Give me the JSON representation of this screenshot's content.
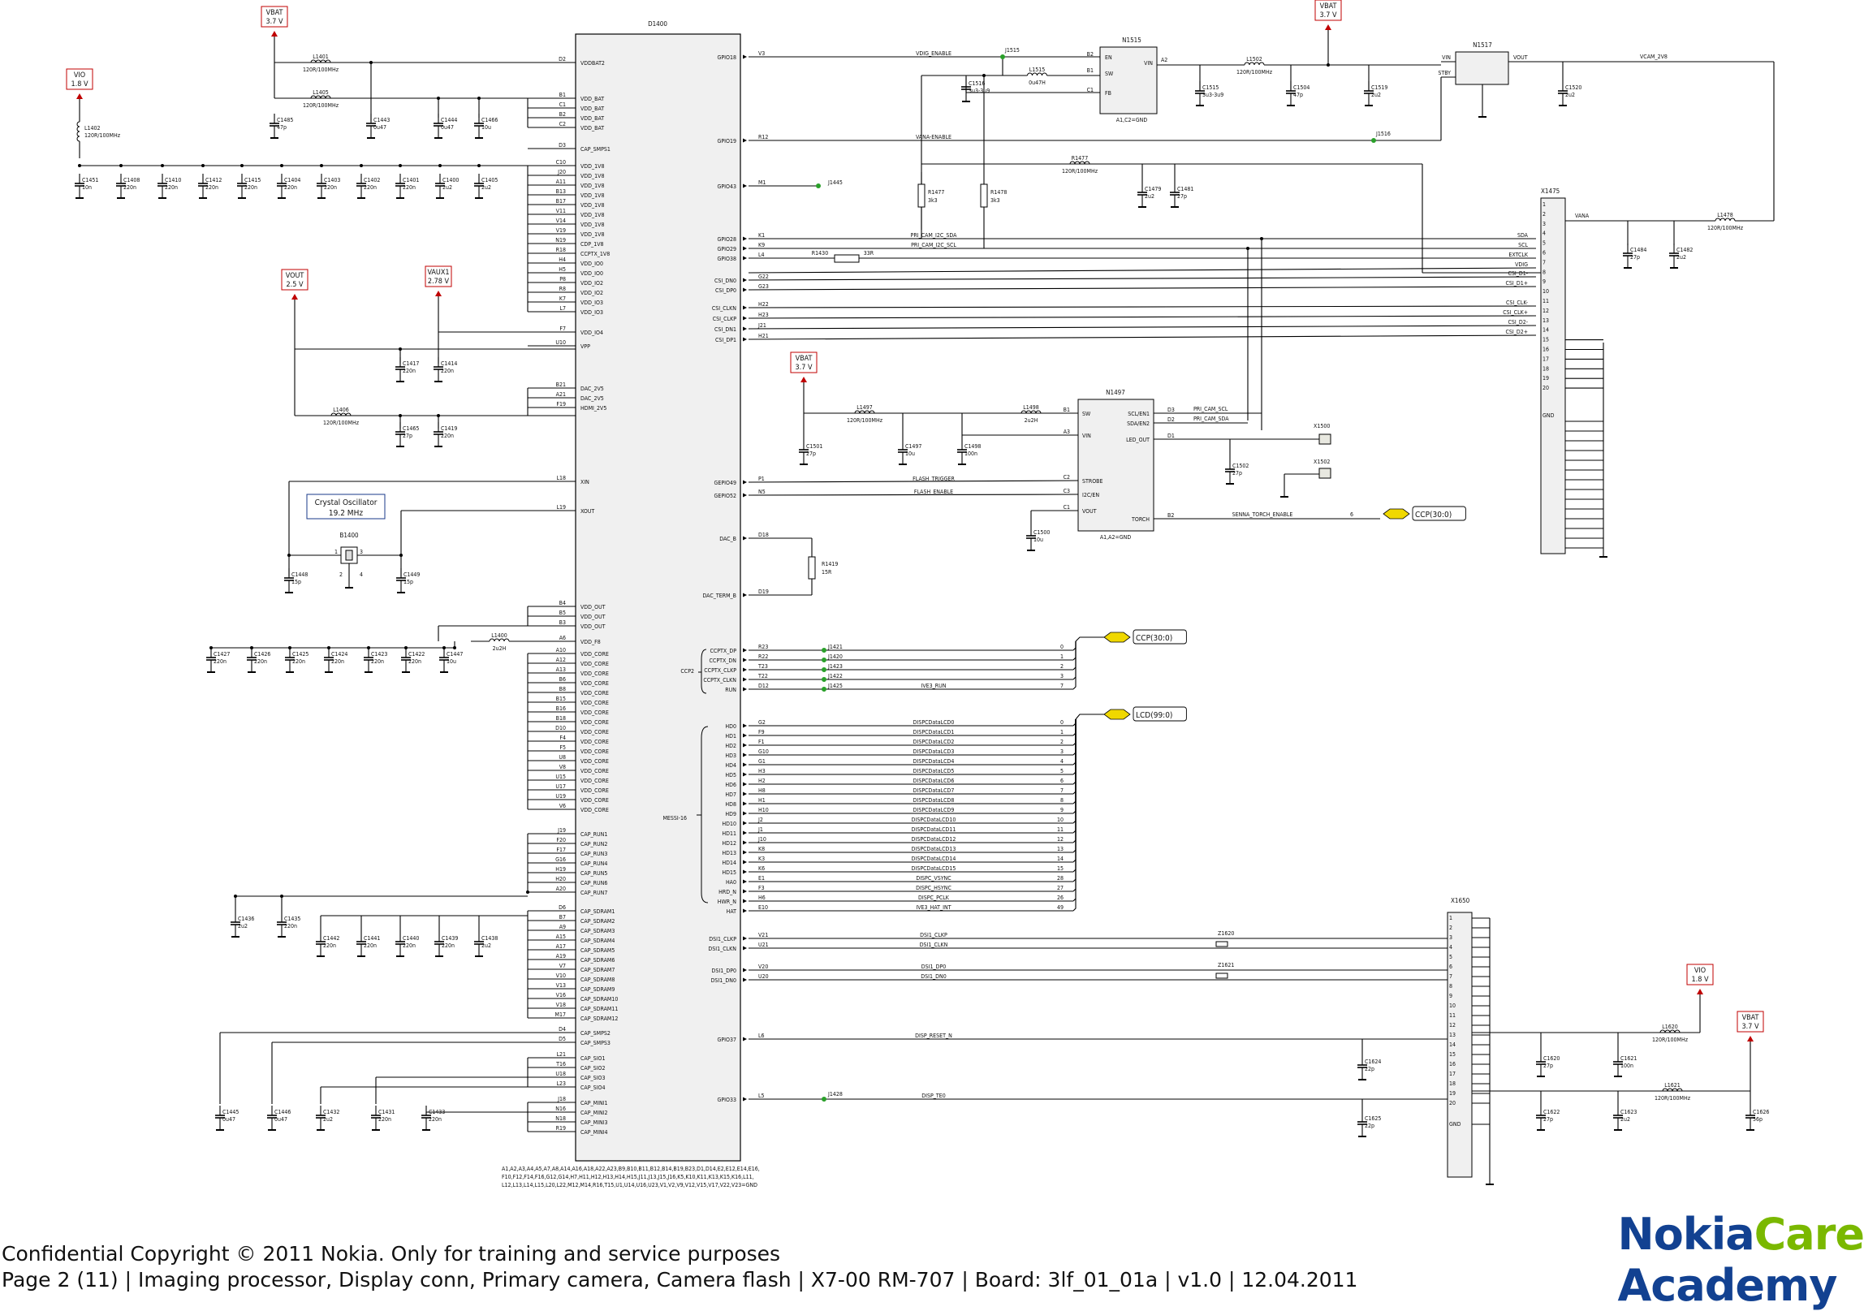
{
  "chip": {
    "ref": "D1400",
    "left_pins": [
      [
        "D2",
        "VDDBAT2"
      ],
      [
        "B1",
        "VDD_BAT"
      ],
      [
        "C1",
        "VDD_BAT"
      ],
      [
        "B2",
        "VDD_BAT"
      ],
      [
        "C2",
        "VDD_BAT"
      ],
      [
        "D3",
        "CAP_SMPS1"
      ],
      [
        "C10",
        "VDD_1V8"
      ],
      [
        "J20",
        "VDD_1V8"
      ],
      [
        "A11",
        "VDD_1V8"
      ],
      [
        "B13",
        "VDD_1V8"
      ],
      [
        "B17",
        "VDD_1V8"
      ],
      [
        "V11",
        "VDD_1V8"
      ],
      [
        "V14",
        "VDD_1V8"
      ],
      [
        "V19",
        "VDD_1V8"
      ],
      [
        "N19",
        "CDP_1V8"
      ],
      [
        "R18",
        "CCPTX_1V8"
      ],
      [
        "H4",
        "VDD_IO0"
      ],
      [
        "H5",
        "VDD_IO0"
      ],
      [
        "P8",
        "VDD_IO2"
      ],
      [
        "R8",
        "VDD_IO2"
      ],
      [
        "K7",
        "VDD_IO3"
      ],
      [
        "L7",
        "VDD_IO3"
      ],
      [
        "F7",
        "VDD_IO4"
      ],
      [
        "U10",
        "VPP"
      ],
      [
        "B21",
        "DAC_2V5"
      ],
      [
        "A21",
        "DAC_2V5"
      ],
      [
        "F19",
        "HDMI_2V5"
      ],
      [
        "L18",
        "XIN"
      ],
      [
        "L19",
        "XOUT"
      ],
      [
        "B4",
        "VDD_OUT"
      ],
      [
        "B5",
        "VDD_OUT"
      ],
      [
        "B3",
        "VDD_OUT"
      ],
      [
        "A6",
        "VDD_F8"
      ],
      [
        "A10",
        "VDD_CORE"
      ],
      [
        "A12",
        "VDD_CORE"
      ],
      [
        "A13",
        "VDD_CORE"
      ],
      [
        "B6",
        "VDD_CORE"
      ],
      [
        "B8",
        "VDD_CORE"
      ],
      [
        "B15",
        "VDD_CORE"
      ],
      [
        "B16",
        "VDD_CORE"
      ],
      [
        "B18",
        "VDD_CORE"
      ],
      [
        "D10",
        "VDD_CORE"
      ],
      [
        "F4",
        "VDD_CORE"
      ],
      [
        "F5",
        "VDD_CORE"
      ],
      [
        "U8",
        "VDD_CORE"
      ],
      [
        "V8",
        "VDD_CORE"
      ],
      [
        "U15",
        "VDD_CORE"
      ],
      [
        "U17",
        "VDD_CORE"
      ],
      [
        "U19",
        "VDD_CORE"
      ],
      [
        "V6",
        "VDD_CORE"
      ],
      [
        "J19",
        "CAP_RUN1"
      ],
      [
        "F20",
        "CAP_RUN2"
      ],
      [
        "F17",
        "CAP_RUN3"
      ],
      [
        "G16",
        "CAP_RUN4"
      ],
      [
        "H19",
        "CAP_RUN5"
      ],
      [
        "H20",
        "CAP_RUN6"
      ],
      [
        "A20",
        "CAP_RUN7"
      ],
      [
        "D6",
        "CAP_SDRAM1"
      ],
      [
        "B7",
        "CAP_SDRAM2"
      ],
      [
        "A9",
        "CAP_SDRAM3"
      ],
      [
        "A15",
        "CAP_SDRAM4"
      ],
      [
        "A17",
        "CAP_SDRAM5"
      ],
      [
        "A19",
        "CAP_SDRAM6"
      ],
      [
        "V7",
        "CAP_SDRAM7"
      ],
      [
        "V10",
        "CAP_SDRAM8"
      ],
      [
        "V13",
        "CAP_SDRAM9"
      ],
      [
        "V16",
        "CAP_SDRAM10"
      ],
      [
        "V18",
        "CAP_SDRAM11"
      ],
      [
        "M17",
        "CAP_SDRAM12"
      ],
      [
        "D4",
        "CAP_SMPS2"
      ],
      [
        "D5",
        "CAP_SMPS3"
      ],
      [
        "L21",
        "CAP_SIO1"
      ],
      [
        "T16",
        "CAP_SIO2"
      ],
      [
        "U18",
        "CAP_SIO3"
      ],
      [
        "L23",
        "CAP_SIO4"
      ],
      [
        "J18",
        "CAP_MINI1"
      ],
      [
        "N16",
        "CAP_MINI2"
      ],
      [
        "N18",
        "CAP_MINI3"
      ],
      [
        "R19",
        "CAP_MINI4"
      ]
    ],
    "right_pins": [
      [
        "GPIO18",
        "V3",
        "VDIG_ENABLE"
      ],
      [
        "GPIO19",
        "R12",
        "VANA-ENABLE"
      ],
      [
        "GPIO43",
        "M1",
        ""
      ],
      [
        "GPIO28",
        "K1",
        "PRI_CAM_I2C_SDA"
      ],
      [
        "GPIO29",
        "K9",
        "PRI_CAM_I2C_SCL"
      ],
      [
        "GPIO38",
        "L4",
        ""
      ],
      [
        "CSI_DN0",
        "G22",
        ""
      ],
      [
        "CSI_DP0",
        "G23",
        ""
      ],
      [
        "CSI_CLKN",
        "H22",
        ""
      ],
      [
        "CSI_CLKP",
        "H23",
        ""
      ],
      [
        "CSI_DN1",
        "J21",
        ""
      ],
      [
        "CSI_DP1",
        "H21",
        ""
      ],
      [
        "GEPIO49",
        "P1",
        "FLASH_TRIGGER"
      ],
      [
        "GEPIO52",
        "N5",
        "FLASH_ENABLE"
      ],
      [
        "DAC_B",
        "D18",
        ""
      ],
      [
        "DAC_TERM_B",
        "D19",
        ""
      ],
      [
        "CCPTX_DP",
        "R23",
        ""
      ],
      [
        "CCPTX_DN",
        "R22",
        ""
      ],
      [
        "CCPTX_CLKP",
        "T23",
        ""
      ],
      [
        "CCPTX_CLKN",
        "T22",
        ""
      ],
      [
        "RUN",
        "D12",
        "IVE3_RUN"
      ],
      [
        "HD0",
        "G2",
        "DISPCDataLCD0"
      ],
      [
        "HD1",
        "F9",
        "DISPCDataLCD1"
      ],
      [
        "HD2",
        "F1",
        "DISPCDataLCD2"
      ],
      [
        "HD3",
        "G10",
        "DISPCDataLCD3"
      ],
      [
        "HD4",
        "G1",
        "DISPCDataLCD4"
      ],
      [
        "HD5",
        "H3",
        "DISPCDataLCD5"
      ],
      [
        "HD6",
        "H2",
        "DISPCDataLCD6"
      ],
      [
        "HD7",
        "H8",
        "DISPCDataLCD7"
      ],
      [
        "HD8",
        "H1",
        "DISPCDataLCD8"
      ],
      [
        "HD9",
        "H10",
        "DISPCDataLCD9"
      ],
      [
        "HD10",
        "J2",
        "DISPCDataLCD10"
      ],
      [
        "HD11",
        "J1",
        "DISPCDataLCD11"
      ],
      [
        "HD12",
        "J10",
        "DISPCDataLCD12"
      ],
      [
        "HD13",
        "K8",
        "DISPCDataLCD13"
      ],
      [
        "HD14",
        "K3",
        "DISPCDataLCD14"
      ],
      [
        "HD15",
        "K6",
        "DISPCDataLCD15"
      ],
      [
        "HA0",
        "E1",
        "DISPC_VSYNC"
      ],
      [
        "HRD_N",
        "F3",
        "DISPC_HSYNC"
      ],
      [
        "HWR_N",
        "H6",
        "DISPC_PCLK"
      ],
      [
        "HAT",
        "E10",
        "IVE3_HAT_INT"
      ],
      [
        "DSI1_CLKP",
        "V21",
        "DSI1_CLKP"
      ],
      [
        "DSI1_CLKN",
        "U21",
        "DSI1_CLKN"
      ],
      [
        "DSI1_DP0",
        "V20",
        "DSI1_DP0"
      ],
      [
        "DSI1_DN0",
        "U20",
        "DSI1_DN0"
      ],
      [
        "GPIO37",
        "L6",
        "DISP_RESET_N"
      ],
      [
        "GPIO33",
        "L5",
        "DISP_TE0"
      ]
    ],
    "ground_text": [
      "A1,A2,A3,A4,A5,A7,A8,A14,A16,A18,A22,A23,B9,B10,B11,B12,B14,B19,B23,D1,D14,E2,E12,E14,E16,",
      "F10,F12,F14,F16,G12,G14,H7,H11,H12,H13,H14,H15,J11,J13,J15,J16,K5,K10,K11,K13,K15,K16,L11,",
      "L12,L13,L14,L15,L20,L22,M12,M14,R16,T15,U1,U14,U16,U23,V1,V2,V9,V12,V15,V17,V22,V23=GND"
    ]
  },
  "rails": {
    "vbat1": {
      "name": "VBAT",
      "value": "3.7 V"
    },
    "vio1": {
      "name": "VIO",
      "value": "1.8 V"
    },
    "vout": {
      "name": "VOUT",
      "value": "2.5 V"
    },
    "vaux1": {
      "name": "VAUX1",
      "value": "2.78 V"
    },
    "vbat2": {
      "name": "VBAT",
      "value": "3.7 V"
    },
    "vbat3": {
      "name": "VBAT",
      "value": "3.7 V"
    },
    "vio2": {
      "name": "VIO",
      "value": "1.8 V"
    },
    "vbat4": {
      "name": "VBAT",
      "value": "3.7 V"
    }
  },
  "crystal": {
    "title": "Crystal Oscillator",
    "freq": "19.2 MHz",
    "ref": "B1400"
  },
  "buses": {
    "ccp1": "CCP(30:0)",
    "ccp2": "CCP(30:0)",
    "lcd": "LCD(99:0)"
  },
  "groups": {
    "ccp2": "CCP2",
    "messi": "MESSI-16"
  },
  "components": {
    "L1401": [
      "L1401",
      "120R/100MHz"
    ],
    "L1405": [
      "L1405",
      "120R/100MHz"
    ],
    "L1402": [
      "L1402",
      "120R/100MHz"
    ],
    "L1406": [
      "L1406",
      "120R/100MHz"
    ],
    "L1400": [
      "L1400",
      "2u2H"
    ],
    "L1515": [
      "L1515",
      "0u47H"
    ],
    "L1502": [
      "L1502",
      "120R/100MHz"
    ],
    "L1478": [
      "L1478",
      "120R/100MHz"
    ],
    "L1497": [
      "L1497",
      "120R/100MHz"
    ],
    "L1498": [
      "L1498",
      "2u2H"
    ],
    "L1620": [
      "L1620",
      "120R/100MHz"
    ],
    "L1621": [
      "L1621",
      "120R/100MHz"
    ],
    "R1477a": [
      "R1477",
      "3k3"
    ],
    "R1478": [
      "R1478",
      "3k3"
    ],
    "R1477b": [
      "R1477",
      "120R/100MHz"
    ],
    "R1430": [
      "R1430",
      "33R"
    ],
    "R1419": [
      "R1419",
      "15R"
    ],
    "N1515": {
      "ref": "N1515",
      "note": "A1,C2=GND",
      "pins": [
        "EN",
        "SW",
        "FB",
        "VIN"
      ],
      "pinnums": [
        "B2",
        "B1",
        "C1",
        "A2"
      ]
    },
    "N1517": {
      "ref": "N1517",
      "pins": [
        "VIN",
        "STBY",
        "VOUT"
      ]
    },
    "N1497": {
      "ref": "N1497",
      "note": "A1,A2=GND",
      "pins": [
        "SW",
        "VIN",
        "STROBE",
        "I2C/EN",
        "VOUT",
        "SCL/EN1",
        "SDA/EN2",
        "LED_OUT",
        "TORCH"
      ],
      "pinnums": [
        "B1",
        "A3",
        "C2",
        "C3",
        "C1",
        "D3",
        "D2",
        "D1",
        "B2"
      ]
    },
    "X1475": {
      "ref": "X1475",
      "pins": [
        "1",
        "2",
        "3",
        "4",
        "5",
        "6",
        "7",
        "8",
        "9",
        "10",
        "11",
        "12",
        "13",
        "14",
        "15",
        "16",
        "17",
        "18",
        "19",
        "20",
        "GND"
      ]
    },
    "X1650": {
      "ref": "X1650",
      "pins": [
        "1",
        "2",
        "3",
        "4",
        "5",
        "6",
        "7",
        "8",
        "9",
        "10",
        "11",
        "12",
        "13",
        "14",
        "15",
        "16",
        "17",
        "18",
        "19",
        "20",
        "GND"
      ]
    },
    "X1500": "X1500",
    "X1502": "X1502",
    "Z1620": "Z1620",
    "Z1621": "Z1621"
  },
  "caps_top": [
    [
      "C1485",
      "47p"
    ],
    [
      "C1443",
      "0u47"
    ],
    [
      "C1444",
      "0u47"
    ],
    [
      "C1466",
      "10u"
    ]
  ],
  "caps_1v8": [
    [
      "C1451",
      "10n"
    ],
    [
      "C1408",
      "220n"
    ],
    [
      "C1410",
      "220n"
    ],
    [
      "C1412",
      "220n"
    ],
    [
      "C1415",
      "220n"
    ],
    [
      "C1404",
      "220n"
    ],
    [
      "C1403",
      "220n"
    ],
    [
      "C1402",
      "220n"
    ],
    [
      "C1401",
      "220n"
    ],
    [
      "C1400",
      "2u2"
    ],
    [
      "C1405",
      "2u2"
    ]
  ],
  "caps_vout": [
    [
      "C1417",
      "220n"
    ],
    [
      "C1414",
      "220n"
    ],
    [
      "C1465",
      "27p"
    ],
    [
      "C1419",
      "220n"
    ]
  ],
  "caps_xtal": [
    [
      "C1448",
      "15p"
    ],
    [
      "C1449",
      "15p"
    ]
  ],
  "caps_core": [
    [
      "C1427",
      "220n"
    ],
    [
      "C1426",
      "220n"
    ],
    [
      "C1425",
      "220n"
    ],
    [
      "C1424",
      "220n"
    ],
    [
      "C1423",
      "220n"
    ],
    [
      "C1422",
      "220n"
    ],
    [
      "C1447",
      "10u"
    ]
  ],
  "caps_sdram": [
    [
      "C1436",
      "2u2"
    ],
    [
      "C1435",
      "220n"
    ],
    [
      "C1442",
      "220n"
    ],
    [
      "C1441",
      "220n"
    ],
    [
      "C1440",
      "220n"
    ],
    [
      "C1439",
      "220n"
    ],
    [
      "C1438",
      "2u2"
    ]
  ],
  "caps_bottom": [
    [
      "C1445",
      "0u47"
    ],
    [
      "C1446",
      "0u47"
    ],
    [
      "C1432",
      "2u2"
    ],
    [
      "C1431",
      "220n"
    ],
    [
      "C1433",
      "220n"
    ]
  ],
  "caps_right": [
    [
      "C1516",
      "3u3-3u9"
    ],
    [
      "C1515",
      "3u3-3u9"
    ],
    [
      "C1504",
      "47p"
    ],
    [
      "C1519",
      "2u2"
    ],
    [
      "C1520",
      "2u2"
    ],
    [
      "C1479",
      "2u2"
    ],
    [
      "C1481",
      "27p"
    ],
    [
      "C1484",
      "27p"
    ],
    [
      "C1482",
      "2u2"
    ],
    [
      "C1501",
      "27p"
    ],
    [
      "C1497",
      "10u"
    ],
    [
      "C1498",
      "100n"
    ],
    [
      "C1502",
      "27p"
    ],
    [
      "C1500",
      "10u"
    ],
    [
      "C1624",
      "22p"
    ],
    [
      "C1625",
      "22p"
    ],
    [
      "C1620",
      "27p"
    ],
    [
      "C1621",
      "100n"
    ],
    [
      "C1622",
      "27p"
    ],
    [
      "C1623",
      "2u2"
    ],
    [
      "C1626",
      "56p"
    ]
  ],
  "nets": {
    "vcam": "VCAM_2V8",
    "vana": "VANA",
    "x1475_nets": [
      "SDA",
      "SCL",
      "EXTCLK",
      "VDIG",
      "CSI_D1-",
      "CSI_D1+",
      "CSI_CLK-",
      "CSI_CLK+",
      "CSI_D2-",
      "CSI_D2+"
    ],
    "pri_cam_scl": "PRI_CAM_SCL",
    "pri_cam_sda": "PRI_CAM_SDA",
    "senna": "SENNA_TORCH_ENABLE",
    "senna_idx": "6",
    "J1515": "J1515",
    "J1516": "J1516",
    "J1445": "J1445",
    "J1428": "J1428",
    "ccp_testpoints": [
      "J1421",
      "J1420",
      "J1423",
      "J1422",
      "J1425"
    ],
    "ccp_idx": [
      "0",
      "1",
      "2",
      "3",
      "7"
    ],
    "lcd_idx": [
      "0",
      "1",
      "2",
      "3",
      "4",
      "5",
      "6",
      "7",
      "8",
      "9",
      "10",
      "11",
      "12",
      "13",
      "14",
      "15",
      "28",
      "27",
      "26",
      "49"
    ]
  },
  "footer": {
    "line1": "Confidential Copyright © 2011 Nokia. Only for training and service purposes",
    "line2": "Page 2 (11)  |  Imaging processor, Display conn, Primary camera, Camera flash  |  X7-00 RM-707  |  Board: 3lf_01_01a |  v1.0  |  12.04.2011",
    "logo_nokia": "Nokia",
    "logo_care": "Care",
    "logo_academy": "Academy"
  },
  "colors": {
    "rail_border": "#c00000",
    "rail_text": "#c00000",
    "crystal_border": "#1a3a8a",
    "bus_fill": "#f0d800",
    "wire": "#000000",
    "junction": "#2aa02a",
    "chip_fill": "#f0f0f0",
    "logo_blue": "#124191",
    "logo_green": "#7ab800"
  }
}
